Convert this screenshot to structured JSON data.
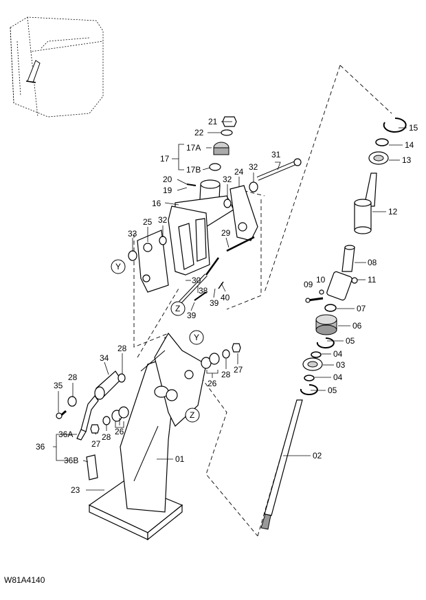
{
  "labels": {
    "l15": "15",
    "l14": "14",
    "l13": "13",
    "l12": "12",
    "l08": "08",
    "l11": "11",
    "l09": "09",
    "l10": "10",
    "l07": "07",
    "l06": "06",
    "l05a": "05",
    "l04a": "04",
    "l03": "03",
    "l04b": "04",
    "l05b": "05",
    "l02": "02",
    "l21": "21",
    "l22": "22",
    "l17": "17",
    "l17a": "17A",
    "l17b": "17B",
    "l31": "31",
    "l20": "20",
    "l19": "19",
    "l24": "24",
    "l32a": "32",
    "l32b": "32",
    "l32c": "32",
    "l16": "16",
    "l25": "25",
    "l33": "33",
    "l29": "29",
    "l30": "30",
    "l38": "38",
    "l39a": "39",
    "l40": "40",
    "l39b": "39",
    "l28a": "28",
    "l34": "34",
    "l28b": "28",
    "l35": "35",
    "l27a": "27",
    "l28c": "28",
    "l26a": "26",
    "l36": "36",
    "l36a": "36A",
    "l36b": "36B",
    "l27b": "27",
    "l26b": "26",
    "l28d": "28",
    "l01": "01",
    "l23": "23",
    "cY1": "Y",
    "cY2": "Y",
    "cZ1": "Z",
    "cZ2": "Z"
  },
  "caption": "W81A4140",
  "icons": [
    "cab-outline-icon",
    "steering-column-icon"
  ]
}
